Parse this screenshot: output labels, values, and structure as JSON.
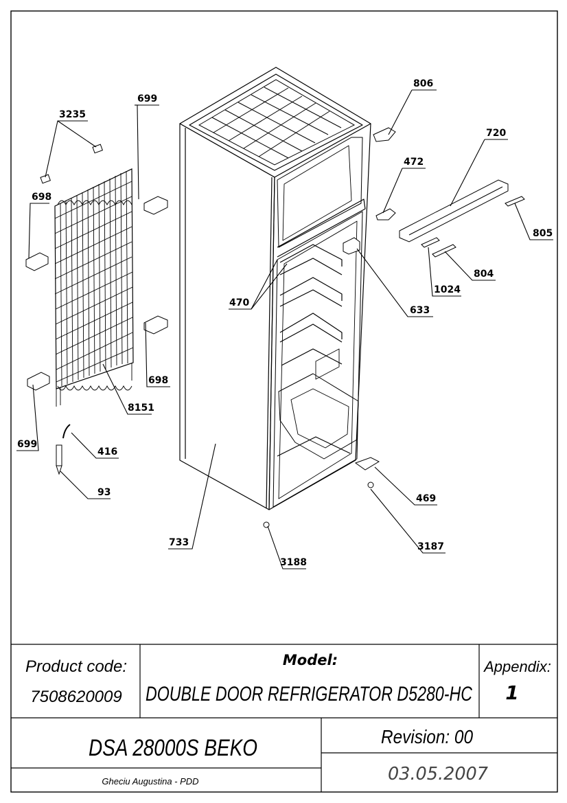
{
  "drawing": {
    "callouts": {
      "p3235": "3235",
      "p699a": "699",
      "p698a": "698",
      "p806": "806",
      "p720": "720",
      "p472": "472",
      "p805": "805",
      "p804": "804",
      "p1024": "1024",
      "p633": "633",
      "p470": "470",
      "p698b": "698",
      "p8151": "8151",
      "p699b": "699",
      "p416": "416",
      "p93": "93",
      "p469": "469",
      "p3187": "3187",
      "p733": "733",
      "p3188": "3188"
    }
  },
  "title_block": {
    "product_code_label": "Product code:",
    "product_code_value": "7508620009",
    "model_label": "Model:",
    "model_value": "DOUBLE DOOR REFRIGERATOR D5280-HC",
    "appendix_label": "Appendix:",
    "appendix_value": "1",
    "product_name": "DSA 28000S BEKO",
    "revision": "Revision: 00",
    "author": "Gheciu Augustina - PDD",
    "date": "03.05.2007"
  }
}
